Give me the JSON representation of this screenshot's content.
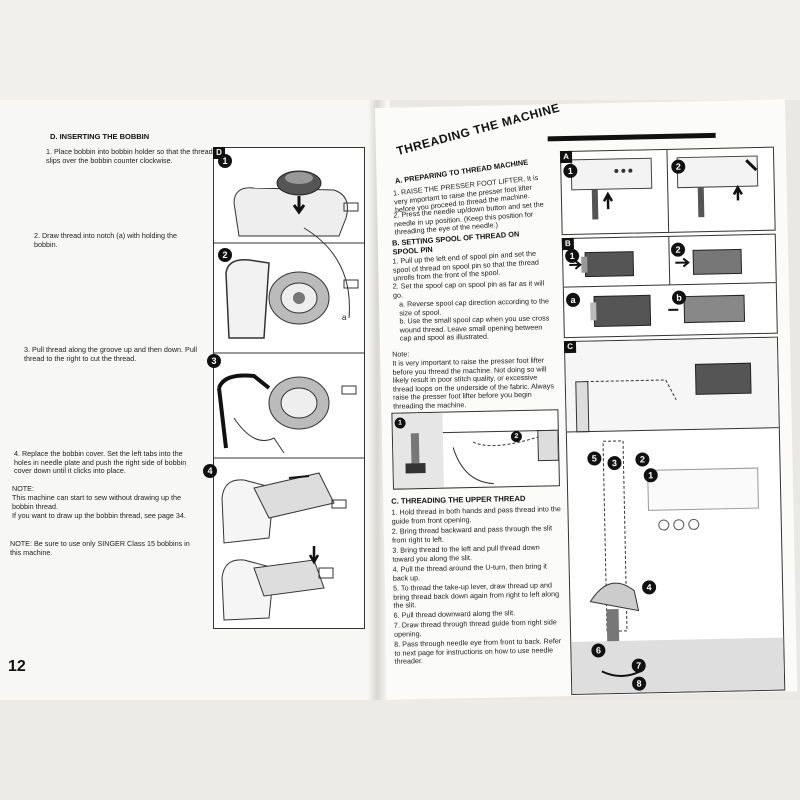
{
  "left": {
    "page_number": "12",
    "heading": "D. INSERTING THE BOBBIN",
    "fig_label": "D",
    "step1": "1.  Place bobbin into bobbin holder so that the thread slips over the bobbin counter clockwise.",
    "step2": "2.  Draw thread into notch (a) with holding the bobbin.",
    "step3": "3.  Pull thread along the groove up and then down. Pull thread to the right to cut the thread.",
    "step4": "4.  Replace the bobbin cover. Set the left tabs into the holes in needle plate and push the right side of bobbin cover down until it clicks into place.",
    "note_title": "NOTE:",
    "note1": "This machine can start to sew without drawing up the bobbin thread.",
    "note2": "If you want to draw up the bobbin thread, see page 34.",
    "note3": "NOTE:  Be sure to use only SINGER Class 15 bobbins in this machine.",
    "callouts": [
      "1",
      "2",
      "3",
      "4",
      "a"
    ]
  },
  "right": {
    "title": "THREADING THE MACHINE",
    "sectionA": "A. PREPARING TO THREAD MACHINE",
    "a1": "1.  RAISE THE PRESSER FOOT LIFTER. It is very important to raise the presser foot lifter before you proceed to thread the machine.",
    "a2": "2.  Press the needle up/down button and set the needle in up position. (Keep this position for threading the eye of the needle.)",
    "sectionB": "B. SETTING SPOOL OF THREAD ON SPOOL PIN",
    "b1": "1.  Pull up the left end of spool pin and set the spool of thread on spool pin so that the thread unrolls from the front of the spool.",
    "b2": "2.  Set the spool cap on spool pin as far as it will go.",
    "b2a": "a.  Reverse spool cap direction according to the size of spool.",
    "b2b": "b.  Use the small spool cap when you use cross wound thread. Leave small opening between cap and spool as illustrated.",
    "note_title": "Note:",
    "note": "It is very important to raise the presser foot lifter before you thread the machine. Not doing so will likely result in poor stitch quality, or excessive thread loops on the underside of the fabric. Always raise the presser foot lifter before you begin threading the machine.",
    "sectionC": "C. THREADING THE UPPER THREAD",
    "c1": "1.  Hold thread in both hands and pass thread into the guide from front opening.",
    "c2": "2.  Bring thread backward and pass through the slit from right to left.",
    "c3": "3.  Bring thread to the left and pull thread down toward you along the slit.",
    "c4": "4.  Pull the thread around the U-turn, then bring it back up.",
    "c5": "5.  To thread the take-up lever, draw thread up and bring thread back down again from right to left along the slit.",
    "c6": "6.  Pull thread downward along the slit.",
    "c7": "7.  Draw thread through thread guide from right side opening.",
    "c8": "8.  Pass through needle eye from front to back. Refer to next page for instructions on how to use needle threader.",
    "fig_labels": [
      "A",
      "B",
      "C"
    ],
    "callouts": [
      "1",
      "2",
      "3",
      "4",
      "5",
      "6",
      "7",
      "8",
      "a",
      "b"
    ]
  }
}
